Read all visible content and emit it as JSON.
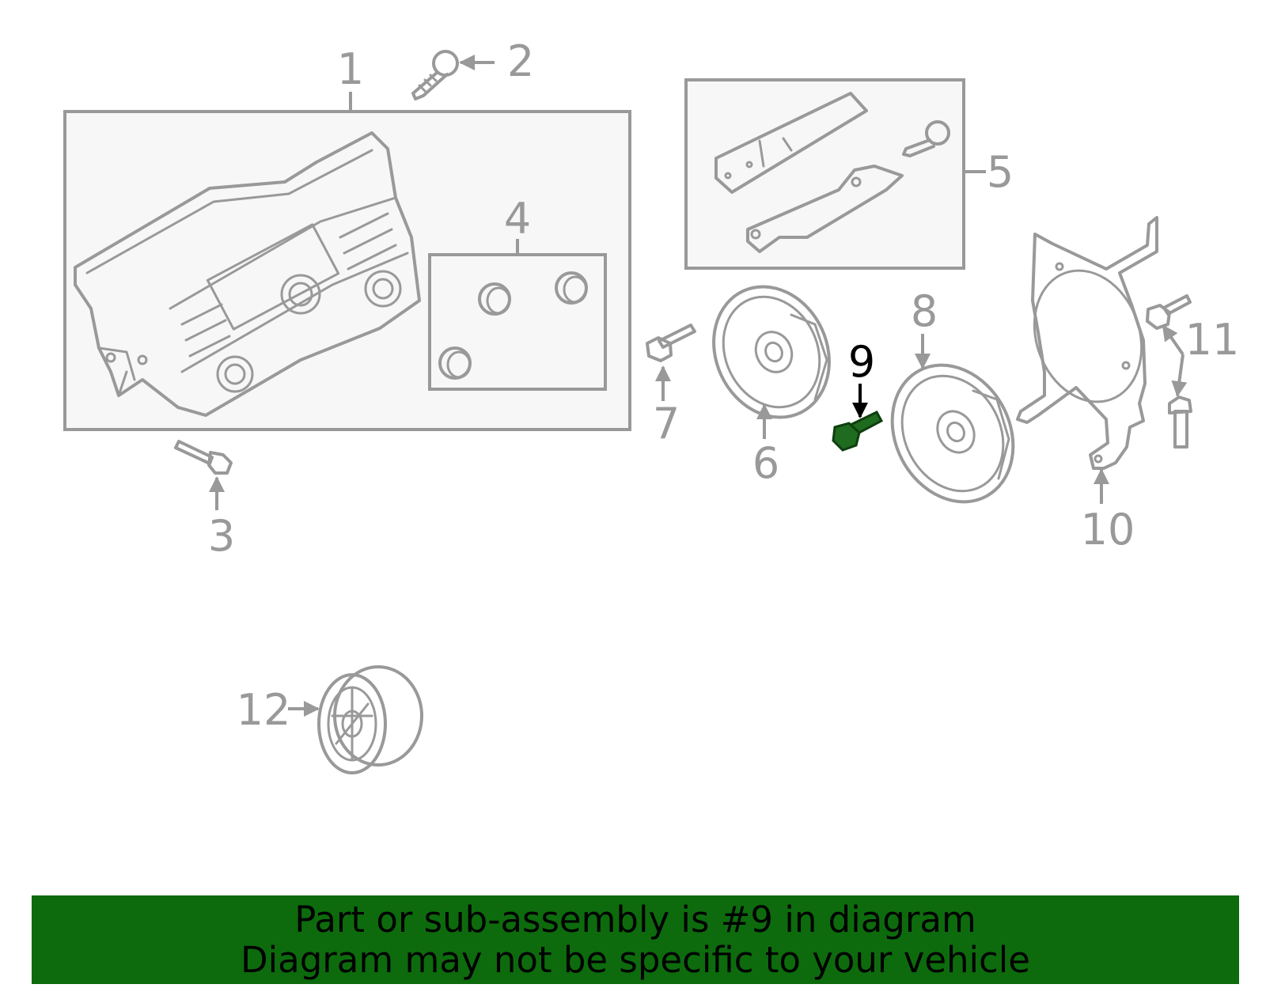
{
  "colors": {
    "line": "#999999",
    "highlight_part": "#1f6b1f",
    "banner_background": "#0d6b0d",
    "banner_text": "#000000",
    "box_fill": "#f7f7f7"
  },
  "highlighted_callout": "9",
  "callouts": [
    "1",
    "2",
    "3",
    "4",
    "5",
    "6",
    "7",
    "8",
    "9",
    "10",
    "11",
    "12"
  ],
  "banner": {
    "line1": "Part or sub-assembly is #9 in diagram",
    "line2": "Diagram may not be specific to your vehicle"
  }
}
